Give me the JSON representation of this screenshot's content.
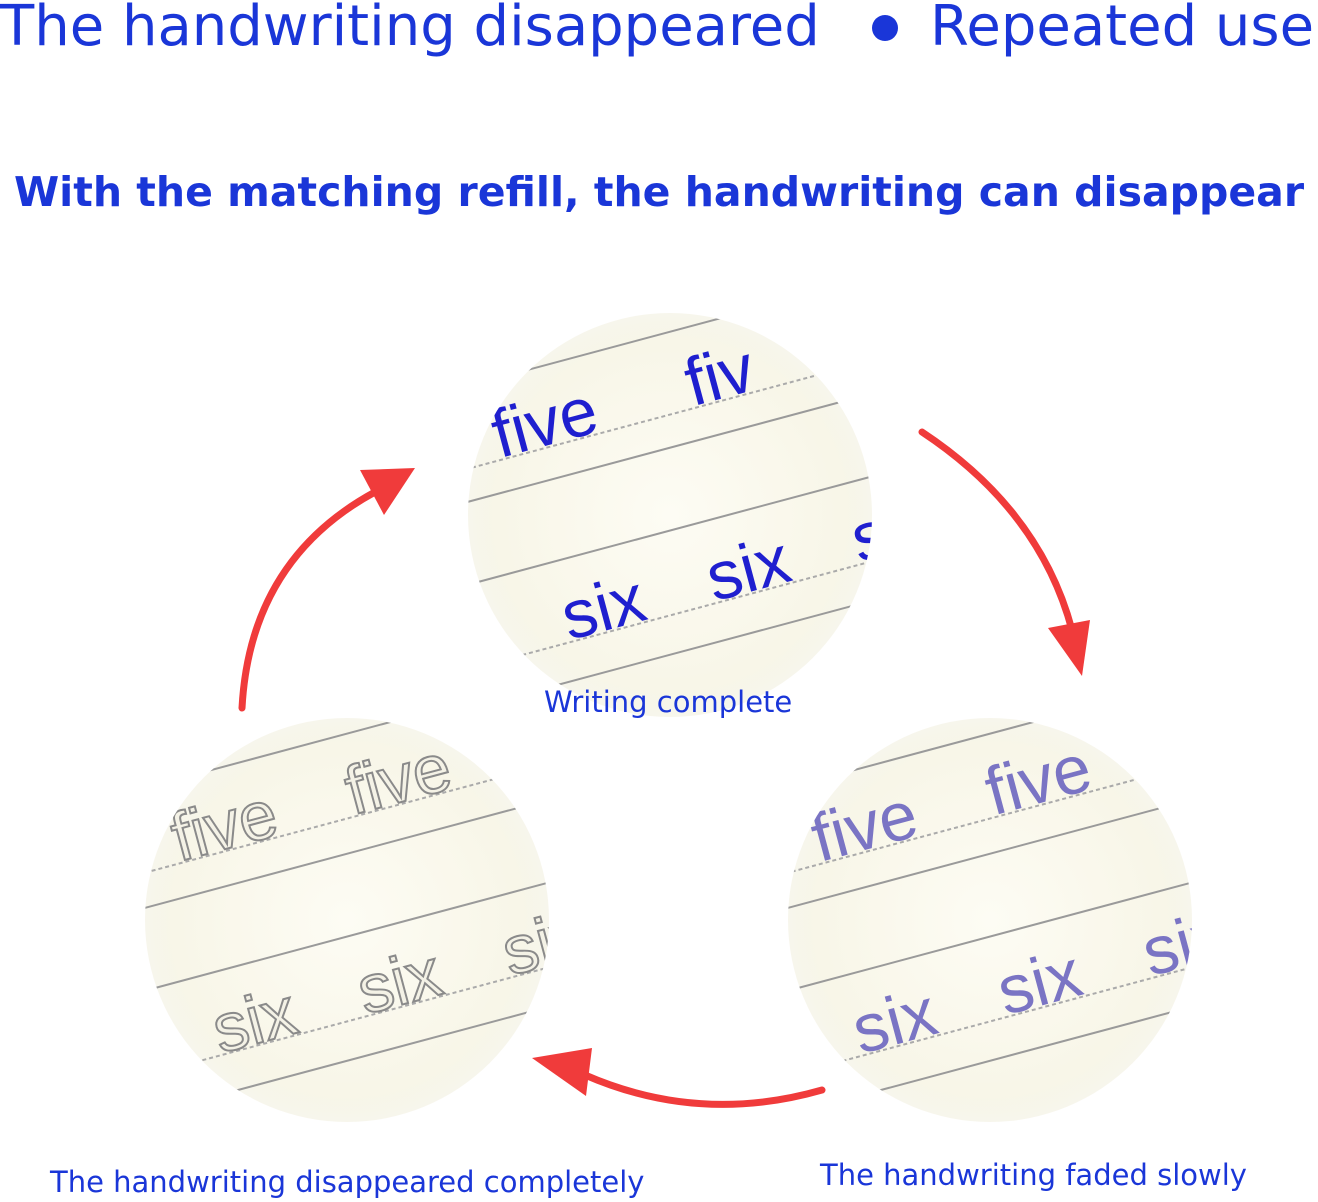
{
  "header": {
    "left": "The handwriting disappeared",
    "separator_icon": "bullet-dot-icon",
    "right": "Repeated use"
  },
  "subtitle": "With the matching refill, the handwriting can disappear",
  "stages": [
    {
      "caption": "Writing complete",
      "words": {
        "line1": "five",
        "line1b": "fiv",
        "line2a": "six",
        "line2b": "six",
        "line2c": "s"
      },
      "ink_color": "#1f1fcf"
    },
    {
      "caption": "The handwriting faded slowly",
      "words": {
        "line1": "five",
        "line1b": "five",
        "line2a": "six",
        "line2b": "six",
        "line2c": "six"
      },
      "ink_color": "#7a74c4"
    },
    {
      "caption": "The handwriting disappeared completely",
      "words": {
        "line1": "five",
        "line1b": "five",
        "line2a": "six",
        "line2b": "six",
        "line2c": "six"
      },
      "ink_color": "#8a8a8a"
    }
  ],
  "colors": {
    "text": "#1a36d8",
    "arrow": "#f03b3b",
    "paper": "#fbf9ee",
    "rule_line": "#9a9a9a"
  },
  "icons": {
    "arrows": "curved-arrow-icon"
  }
}
